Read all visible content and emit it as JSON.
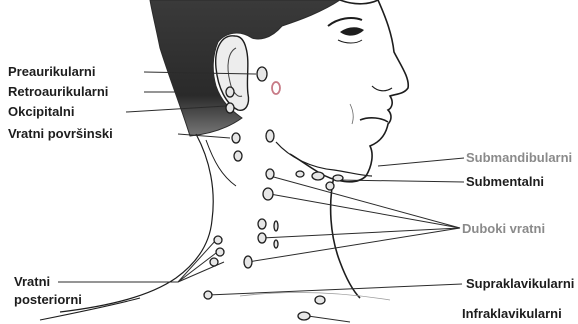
{
  "labels": {
    "preaurikularni": "Preaurikularni",
    "retroaurikularni": "Retroaurikularni",
    "okcipitalni": "Okcipitalni",
    "vratni_povrsinski": "Vratni površinski",
    "submandibularni": "Submandibularni",
    "submentalni": "Submentalni",
    "duboki_vratni": "Duboki vratni",
    "vratni_posteriorni_1": "Vratni",
    "vratni_posteriorni_2": "posteriorni",
    "supraklavikularni": "Supraklavikularni",
    "infraklavikularni": "Infraklavikularni"
  },
  "colors": {
    "ink": "#1d1d1d",
    "hair": "#2b2b2b",
    "lymph_node": "#e6e6e6",
    "highlight_node": "#c77a86",
    "faded_label": "#8a8a8a"
  }
}
